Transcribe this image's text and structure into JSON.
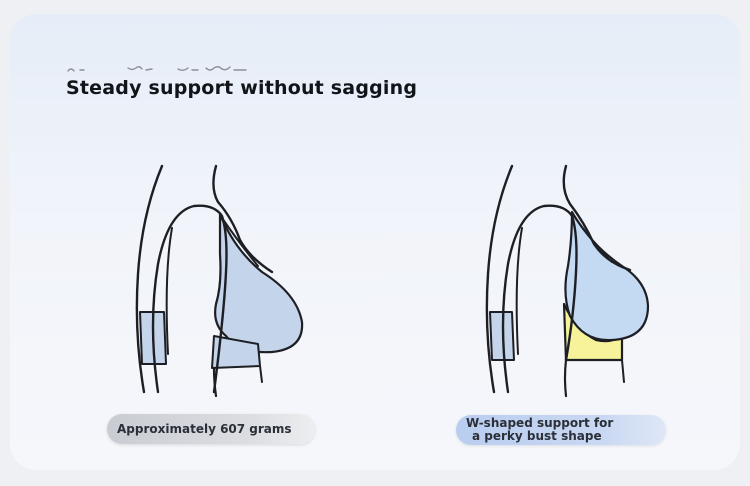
{
  "heading": {
    "title": "Steady support without sagging"
  },
  "left_panel": {
    "caption": "Approximately 607 grams"
  },
  "right_panel": {
    "caption_line1": "W-shaped support for",
    "caption_line2": "a perky bust shape"
  },
  "colors": {
    "fabric_blue": "#c4d4ea",
    "support_yellow": "#f6f39a",
    "outline": "#1d1f24"
  }
}
